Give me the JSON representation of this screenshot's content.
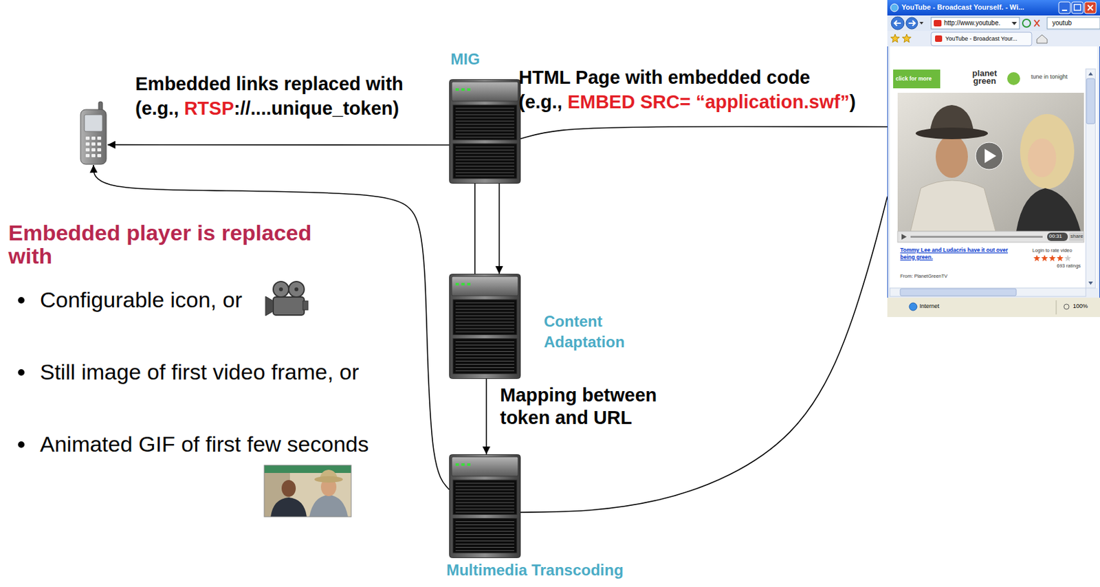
{
  "diagram": {
    "nodes": [
      {
        "text": []
      },
      {
        "text": [
          "MIG"
        ]
      },
      {
        "text": [
          "Content Adaptation"
        ]
      },
      {
        "text": [
          "Multimedia Transcoding"
        ]
      },
      {
        "text": [
          "YouTube - Broadcast Yourself. - Wi..."
        ]
      }
    ],
    "edges": [
      {
        "from": 4,
        "to": 1,
        "arrow": "none"
      },
      {
        "from": 1,
        "to": 2,
        "arrow": "to"
      },
      {
        "from": 2,
        "to": 1,
        "arrow": "none"
      },
      {
        "from": 1,
        "to": 0,
        "arrow": "to"
      },
      {
        "from": 2,
        "to": 3,
        "arrow": "to",
        "label": "Mapping between token and URL"
      },
      {
        "from": 4,
        "to": 3,
        "arrow": "none"
      },
      {
        "from": 3,
        "to": 0,
        "arrow": "to"
      }
    ],
    "labels": [
      "Embedded links replaced with",
      "(e.g.,",
      "RTSP",
      "://....unique_token)",
      "HTML Page with embedded code",
      "(e.g.,",
      "EMBED SRC= “application.swf”",
      ")",
      "Embedded player is replaced with",
      "Configurable icon, or",
      "Still image of first video frame, or",
      "Animated GIF of first few seconds",
      "http://www.youtube.",
      "youtub",
      "YouTube - Broadcast Your...",
      "click for more",
      "planet green",
      "tune in tonight",
      "00:31",
      "share",
      "Tommy Lee and Ludacris have it out over being green.",
      "Login to rate video",
      "693 ratings",
      "From: PlanetGreenTV",
      "Internet",
      "100%"
    ]
  }
}
